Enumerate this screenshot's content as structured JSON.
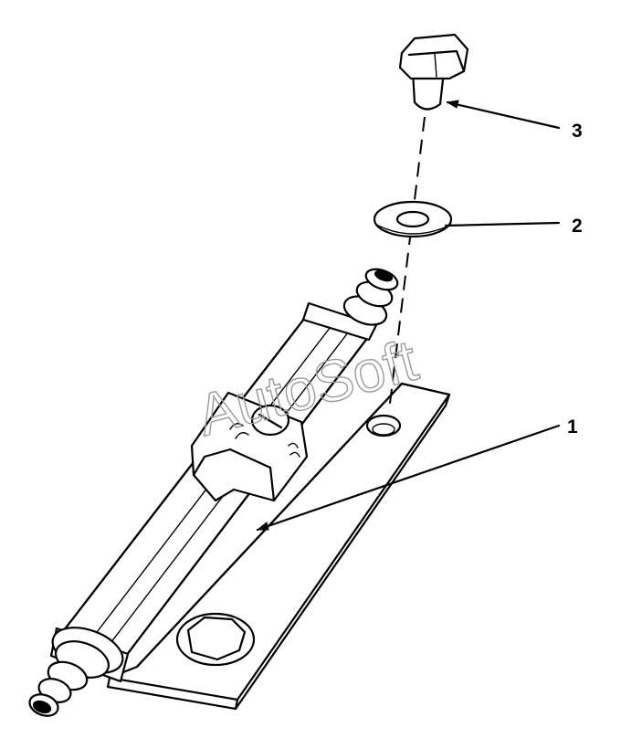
{
  "watermark": "AutoSoft",
  "callouts": [
    {
      "id": "1",
      "label": "1",
      "part": "fuel-filter-body-with-bracket"
    },
    {
      "id": "2",
      "label": "2",
      "part": "washer"
    },
    {
      "id": "3",
      "label": "3",
      "part": "bolt"
    }
  ]
}
